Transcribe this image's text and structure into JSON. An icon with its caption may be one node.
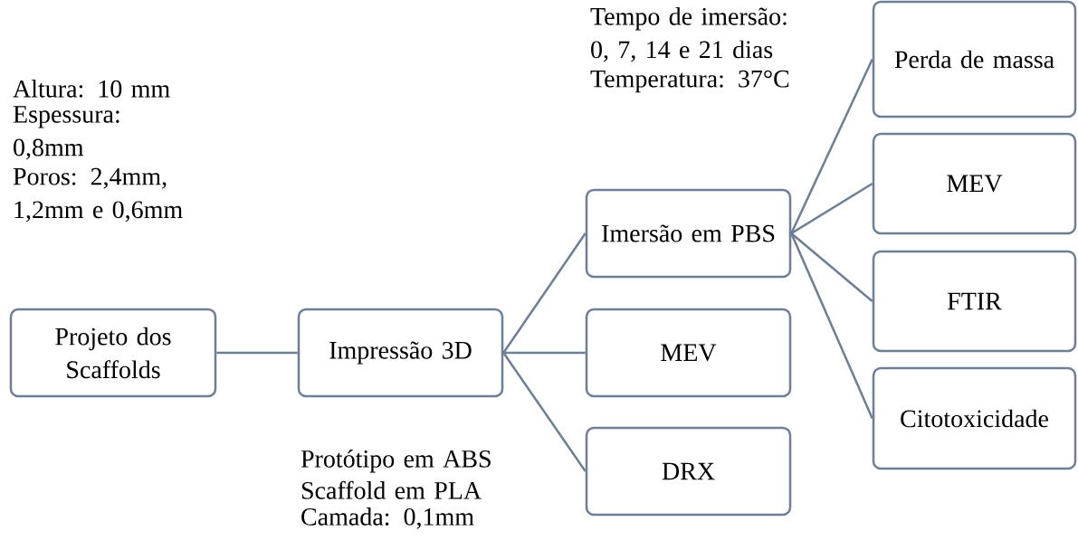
{
  "diagram": {
    "nodes": [
      {
        "text": [
          "Projeto dos Scaffolds"
        ],
        "beside": [
          "Altura: 10 mm",
          "Espessura: 0,8mm",
          "Poros: 2,4mm, 1,2mm e 0,6mm"
        ]
      },
      {
        "text": [
          "Impressão 3D"
        ],
        "beside": [
          "Protótipo em ABS",
          "Scaffold em PLA",
          "Camada: 0,1mm"
        ]
      },
      {
        "text": [
          "Imersão em PBS"
        ],
        "beside": [
          "Tempo de imersão: 0, 7, 14 e 21 dias",
          "Temperatura: 37°C"
        ]
      },
      {
        "text": [
          "MEV"
        ]
      },
      {
        "text": [
          "DRX"
        ]
      },
      {
        "text": [
          "Perda de massa"
        ]
      },
      {
        "text": [
          "MEV"
        ]
      },
      {
        "text": [
          "FTIR"
        ]
      },
      {
        "text": [
          "Citotoxicidade"
        ]
      }
    ],
    "edges": [
      {
        "from": 0,
        "to": 1,
        "arrow": "none"
      },
      {
        "from": 1,
        "to": 2,
        "arrow": "none"
      },
      {
        "from": 1,
        "to": 3,
        "arrow": "none"
      },
      {
        "from": 1,
        "to": 4,
        "arrow": "none"
      },
      {
        "from": 2,
        "to": 5,
        "arrow": "none"
      },
      {
        "from": 2,
        "to": 6,
        "arrow": "none"
      },
      {
        "from": 2,
        "to": 7,
        "arrow": "none"
      },
      {
        "from": 2,
        "to": 8,
        "arrow": "none"
      }
    ]
  }
}
